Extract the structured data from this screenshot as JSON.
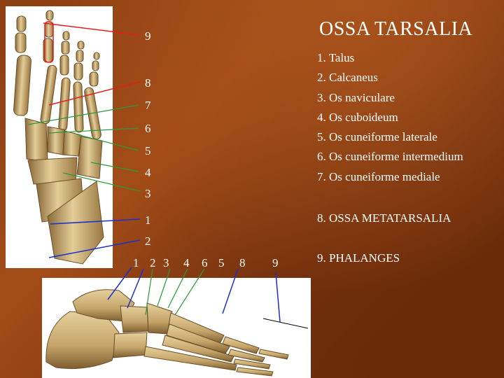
{
  "title": "OSSA TARSALIA",
  "tarsal_list": [
    "1. Talus",
    "2. Calcaneus",
    "3. Os naviculare",
    "4. Os cuboideum",
    "5. Os cuneiforme laterale",
    "6. Os cuneiforme intermedium",
    "7. Os cuneiforme mediale"
  ],
  "metatarsalia": "8. OSSA METATARSALIA",
  "phalanges": "9. PHALANGES",
  "left_numbers": [
    "9",
    "8",
    "7",
    "6",
    "5",
    "4",
    "3",
    "1",
    "2"
  ],
  "bottom_numbers": [
    "1",
    "2",
    "3",
    "4",
    "6",
    "5",
    "8",
    "9"
  ],
  "colors": {
    "text": "#ffffff",
    "bone": "#d8c08a",
    "bone_shadow": "#8a6a3a",
    "pointer_red": "#e0201a",
    "pointer_blue": "#1a2fd0"
  }
}
